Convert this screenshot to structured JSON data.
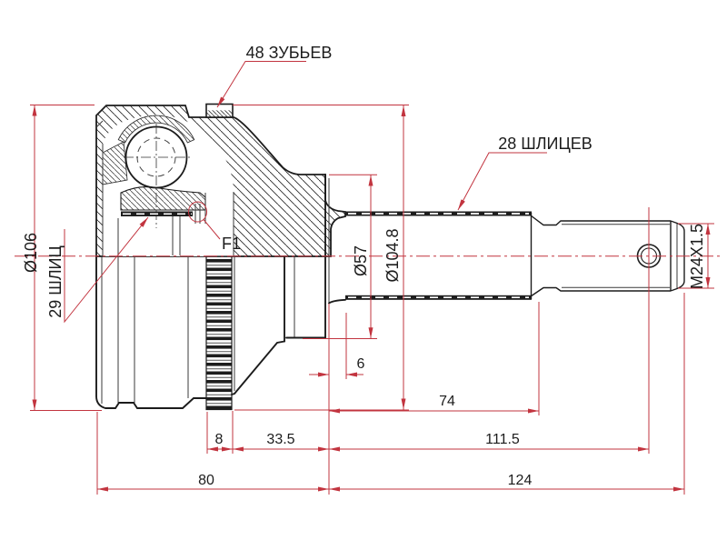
{
  "title": "CV joint outer (ШРУС) engineering drawing",
  "theme": {
    "red": "#c2343f",
    "ink": "#1c1c1c"
  },
  "callouts": {
    "teeth48": "48 ЗУБЬЕВ",
    "splines28": "28 ШЛИЦЕВ",
    "splines29": "29 ШЛИЦ",
    "f1": "F1",
    "dia106": "Ø106",
    "dia57": "Ø57",
    "dia104_8": "Ø104.8",
    "thread": "M24X1.5"
  },
  "dimensions": {
    "d6": "6",
    "d8": "8",
    "d33_5": "33.5",
    "d74": "74",
    "d80": "80",
    "d111_5": "111.5",
    "d124": "124"
  }
}
